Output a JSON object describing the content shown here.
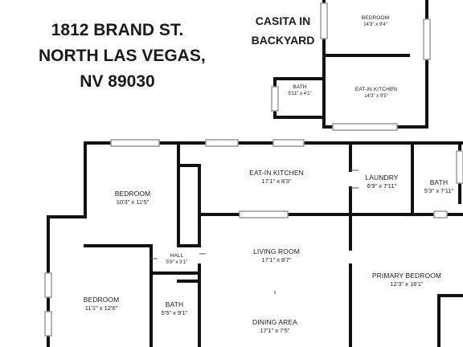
{
  "address": {
    "line1": "1812 BRAND ST.",
    "line2": "NORTH LAS VEGAS,",
    "line3": "NV 89030"
  },
  "casita_label": {
    "line1": "CASITA IN",
    "line2": "BACKYARD"
  },
  "rooms": {
    "casita_bedroom": {
      "name": "BEDROOM",
      "dims": "14'3\" x 9'4\""
    },
    "casita_bath": {
      "name": "BATH",
      "dims": "5'11\" x 4'1\""
    },
    "casita_kitchen": {
      "name": "EAT-IN KITCHEN",
      "dims": "14'3\" x 9'5\""
    },
    "bedroom_2": {
      "name": "BEDROOM",
      "dims": "10'3\" x 11'5\""
    },
    "eat_in_kitchen": {
      "name": "EAT-IN KITCHEN",
      "dims": "17'1\" x 8'3\""
    },
    "laundry": {
      "name": "LAUNDRY",
      "dims": "6'9\" x 7'11\""
    },
    "bath_1": {
      "name": "BATH",
      "dims": "5'3\" x 7'11\""
    },
    "hall": {
      "name": "HALL",
      "dims": "5'9\" x 3'1\""
    },
    "living_room": {
      "name": "LIVING ROOM",
      "dims": "17'1\" x 8'7\""
    },
    "primary_bedroom": {
      "name": "PRIMARY BEDROOM",
      "dims": "12'3\" x 16'1\""
    },
    "bedroom_3": {
      "name": "BEDROOM",
      "dims": "11'1\" x 12'6\""
    },
    "bath_2": {
      "name": "BATH",
      "dims": "5'5\" x 9'1\""
    },
    "dining_area": {
      "name": "DINING AREA",
      "dims": "17'1\" x 7'5\""
    }
  },
  "colors": {
    "wall": "#111111",
    "window": "#9a9a9a",
    "text": "#1a1a1a",
    "background": "#ffffff"
  }
}
